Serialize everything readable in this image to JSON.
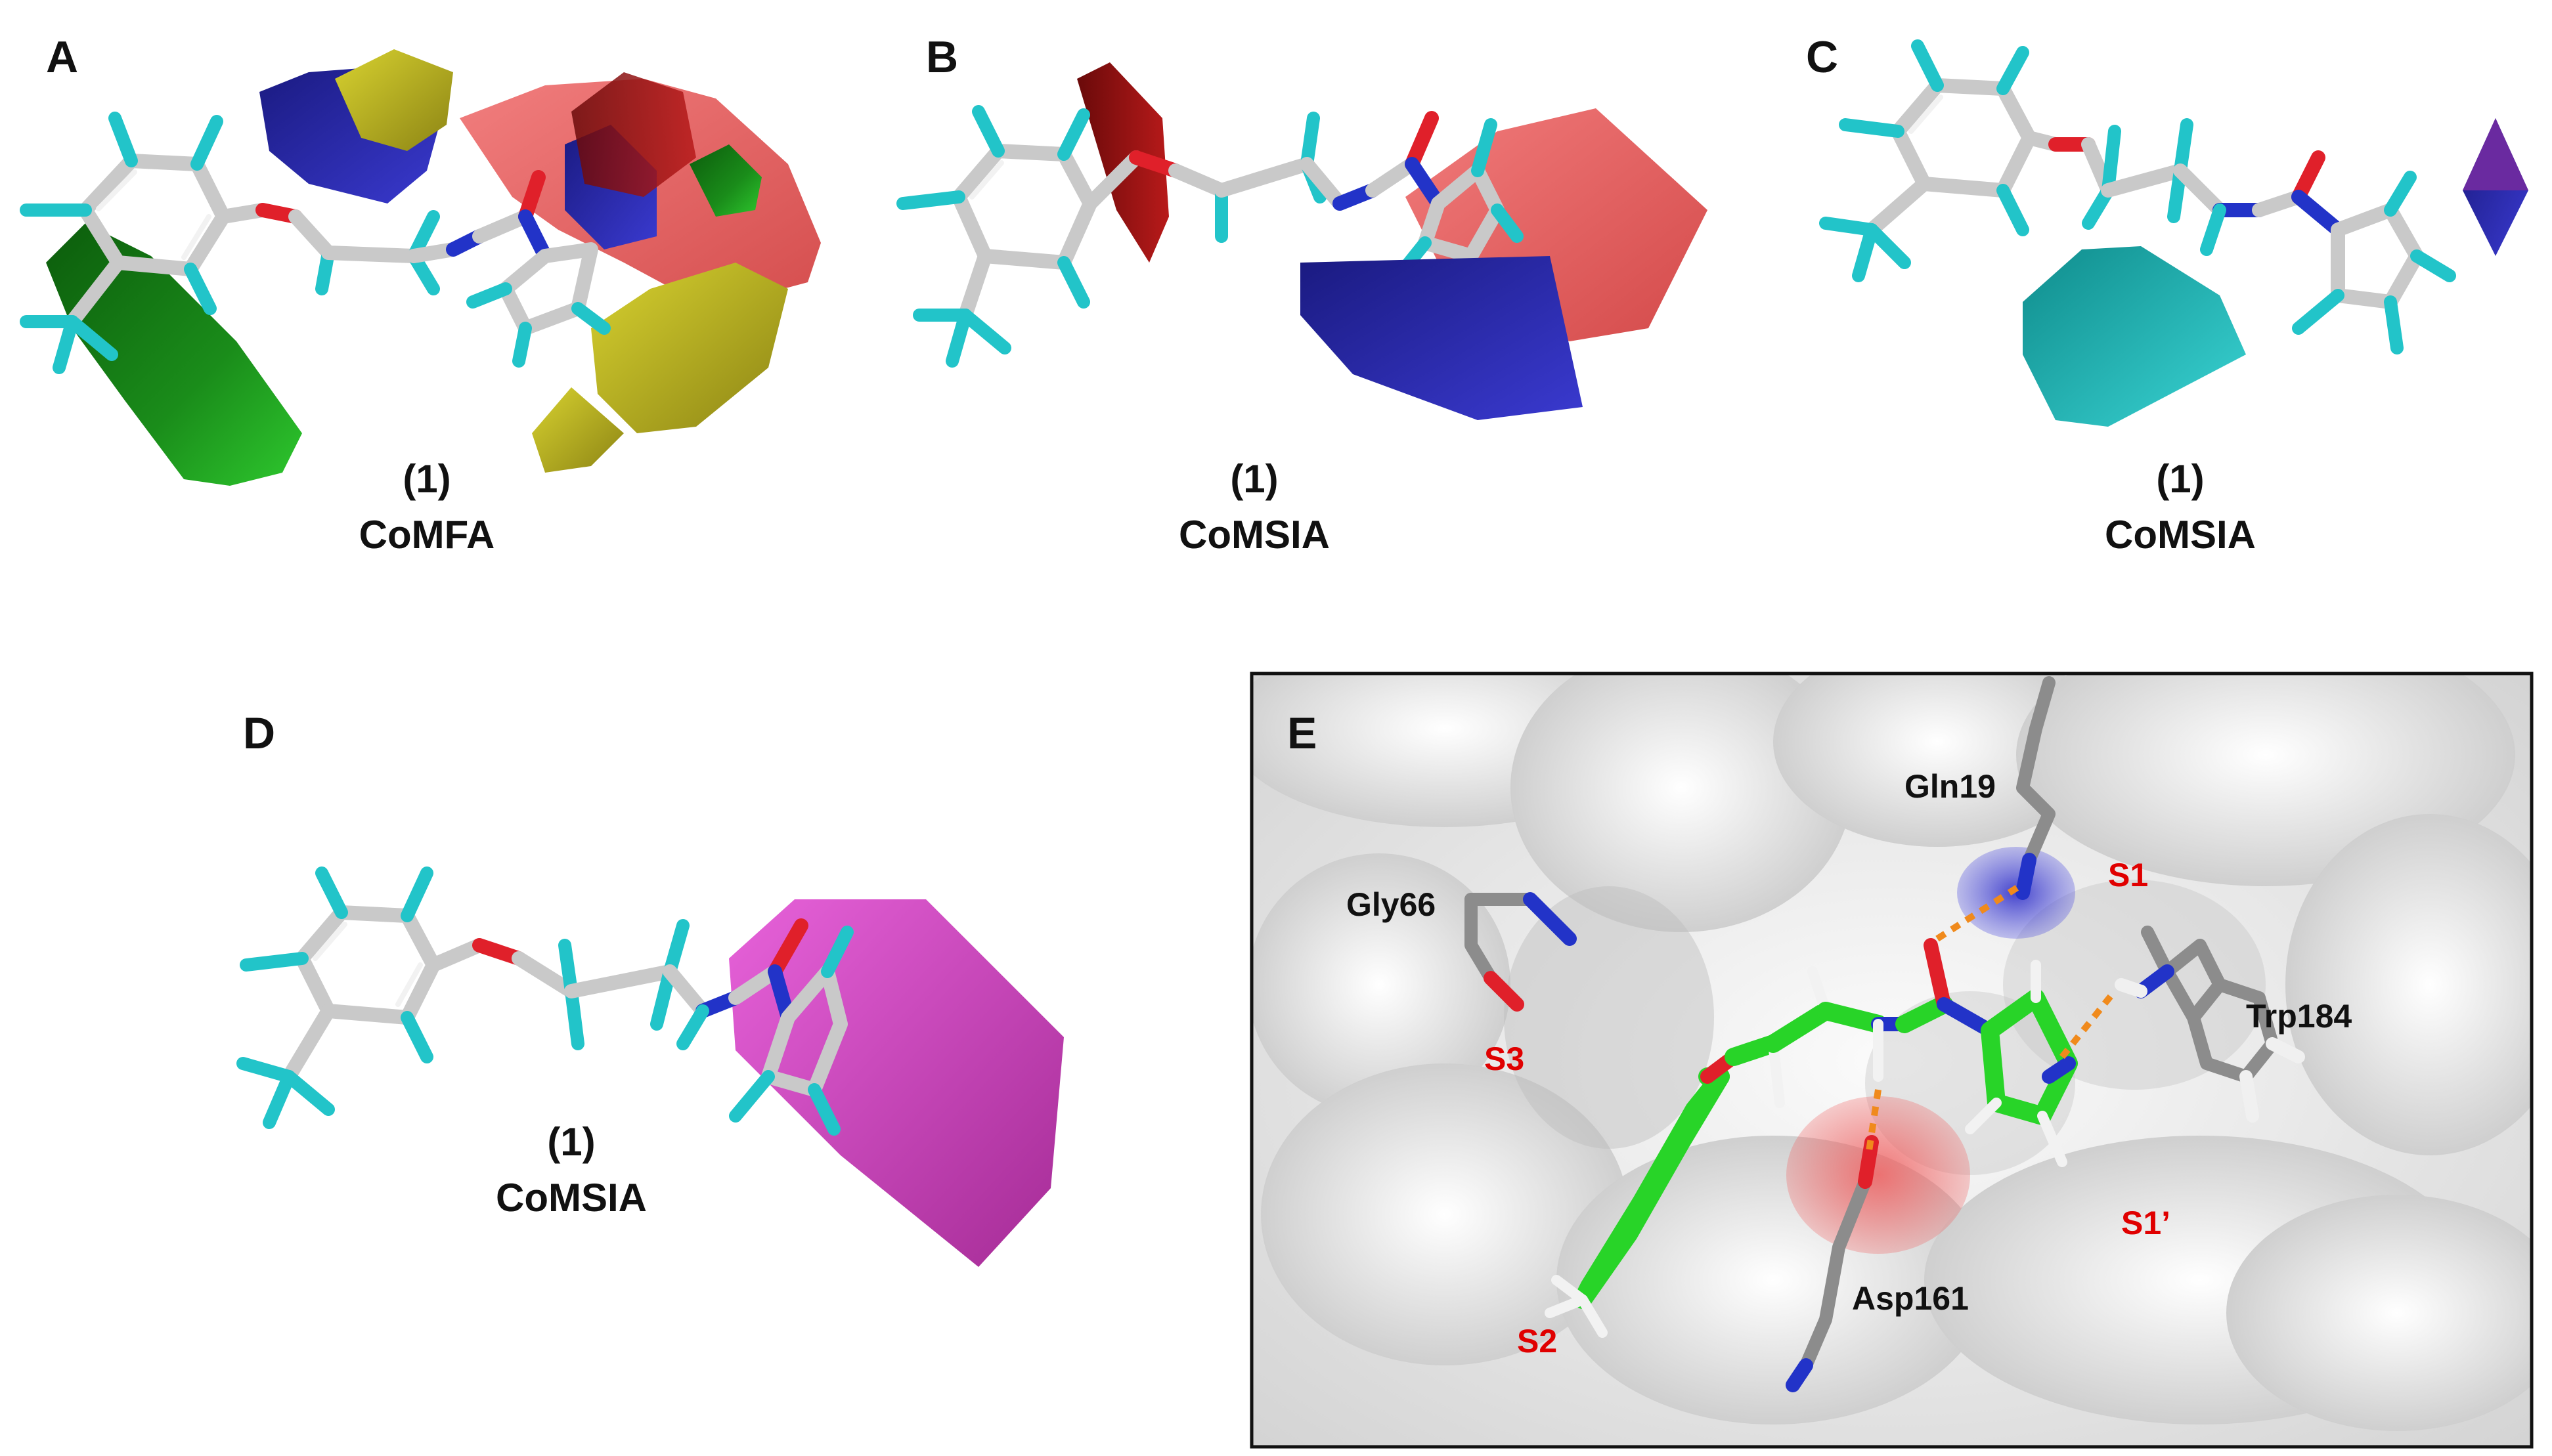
{
  "panels": {
    "A": {
      "letter": "A",
      "compound": "(1)",
      "method": "CoMFA"
    },
    "B": {
      "letter": "B",
      "compound": "(1)",
      "method": "CoMSIA"
    },
    "C": {
      "letter": "C",
      "compound": "(1)",
      "method": "CoMSIA"
    },
    "D": {
      "letter": "D",
      "compound": "(1)",
      "method": "CoMSIA"
    },
    "E": {
      "letter": "E",
      "residues": {
        "gln": "Gln19",
        "gly": "Gly66",
        "trp": "Trp184",
        "asp": "Asp161"
      },
      "sites": {
        "s1": "S1",
        "s3": "S3",
        "s2": "S2",
        "s1p": "S1’"
      }
    }
  },
  "colors": {
    "carbon": "#c9c9c9",
    "hydrogen": "#22c4c9",
    "oxygen": "#e0202a",
    "nitrogen": "#2233c8",
    "ligand_carbon": "#28d428",
    "contour_green": "#1a9a1a",
    "contour_yellow": "#c8c21e",
    "contour_red": "#e85050",
    "contour_blue": "#2a2aa8",
    "contour_cyan": "#1fb8b8",
    "contour_purple": "#5a1a8a",
    "contour_magenta": "#d040c0",
    "site_label": "#e00000"
  }
}
